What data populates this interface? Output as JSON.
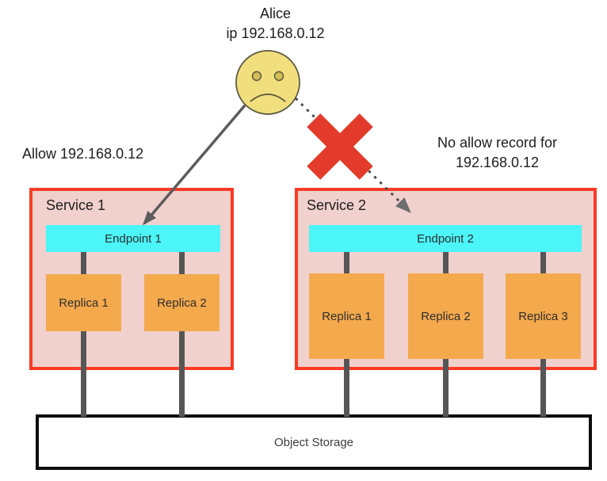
{
  "actor": {
    "name": "Alice",
    "ip_label": "ip 192.168.0.12"
  },
  "annotations": {
    "allow": "Allow 192.168.0.12",
    "deny_line1": "No allow record for",
    "deny_line2": "192.168.0.12"
  },
  "services": [
    {
      "title": "Service 1",
      "endpoint": "Endpoint 1",
      "replicas": [
        "Replica 1",
        "Replica 2"
      ]
    },
    {
      "title": "Service 2",
      "endpoint": "Endpoint 2",
      "replicas": [
        "Replica 1",
        "Replica 2",
        "Replica 3"
      ]
    }
  ],
  "storage": {
    "label": "Object Storage"
  },
  "colors": {
    "service_border": "#f93b26",
    "service_fill": "#f1d1ce",
    "endpoint_fill": "#4bf5f8",
    "replica_fill": "#f4a94d",
    "x_mark": "#e33b2b",
    "connector": "#565656",
    "arrow": "#5c5c5c",
    "face_fill": "#f1de7d"
  }
}
